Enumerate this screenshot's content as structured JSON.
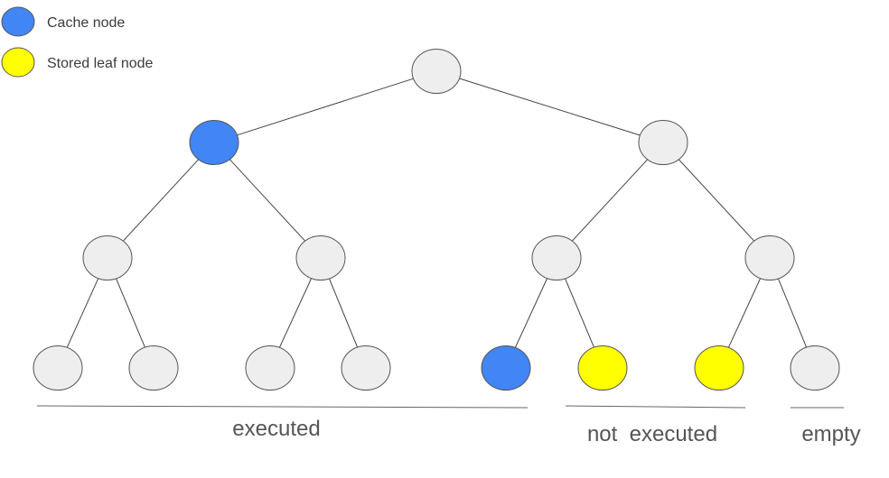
{
  "colors": {
    "cache": "#4285f4",
    "stored_leaf": "#ffff00",
    "plain": "#eeeeee"
  },
  "legend": [
    {
      "kind": "cache",
      "label": "Cache node"
    },
    {
      "kind": "stored_leaf",
      "label": "Stored leaf node"
    }
  ],
  "tree": {
    "nodes": [
      {
        "id": "root",
        "kind": "plain"
      },
      {
        "id": "l1-0",
        "kind": "cache"
      },
      {
        "id": "l1-1",
        "kind": "plain"
      },
      {
        "id": "l2-0",
        "kind": "plain"
      },
      {
        "id": "l2-1",
        "kind": "plain"
      },
      {
        "id": "l2-2",
        "kind": "plain"
      },
      {
        "id": "l2-3",
        "kind": "plain"
      },
      {
        "id": "l3-0",
        "kind": "plain"
      },
      {
        "id": "l3-1",
        "kind": "plain"
      },
      {
        "id": "l3-2",
        "kind": "plain"
      },
      {
        "id": "l3-3",
        "kind": "plain"
      },
      {
        "id": "l3-4",
        "kind": "cache"
      },
      {
        "id": "l3-5",
        "kind": "stored_leaf"
      },
      {
        "id": "l3-6",
        "kind": "stored_leaf"
      },
      {
        "id": "l3-7",
        "kind": "plain"
      }
    ],
    "edges": [
      [
        "root",
        "l1-0"
      ],
      [
        "root",
        "l1-1"
      ],
      [
        "l1-0",
        "l2-0"
      ],
      [
        "l1-0",
        "l2-1"
      ],
      [
        "l1-1",
        "l2-2"
      ],
      [
        "l1-1",
        "l2-3"
      ],
      [
        "l2-0",
        "l3-0"
      ],
      [
        "l2-0",
        "l3-1"
      ],
      [
        "l2-1",
        "l3-2"
      ],
      [
        "l2-1",
        "l3-3"
      ],
      [
        "l2-2",
        "l3-4"
      ],
      [
        "l2-2",
        "l3-5"
      ],
      [
        "l2-3",
        "l3-6"
      ],
      [
        "l2-3",
        "l3-7"
      ]
    ]
  },
  "groups": {
    "executed": "executed",
    "not_executed": "not  executed",
    "empty": "empty"
  }
}
